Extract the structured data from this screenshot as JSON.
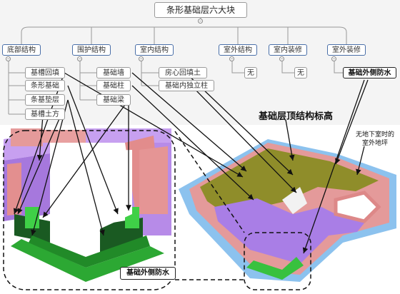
{
  "title": "条形基础层六大块",
  "categories": [
    {
      "label": "底部结构",
      "items": [
        "基槽回填",
        "条形基础",
        "条基垫层",
        "基槽土方"
      ]
    },
    {
      "label": "围护结构",
      "items": [
        "基础墙",
        "基础柱",
        "基础梁"
      ]
    },
    {
      "label": "室内结构",
      "items": [
        "房心回填土",
        "基础内独立柱"
      ]
    },
    {
      "label": "室外结构",
      "items": [
        "无"
      ]
    },
    {
      "label": "室内装修",
      "items": [
        "无"
      ]
    },
    {
      "label": "室外装修",
      "items": [
        "基础外侧防水"
      ]
    }
  ],
  "annotations": {
    "top_elevation": "基础层顶结构标高",
    "outdoor_ground": "无地下室时的室外地坪",
    "waterproof_label": "基础外侧防水"
  },
  "colors": {
    "wall_pink": "#e08c8c",
    "purple": "#b07fe6",
    "green": "#33c23a",
    "olive_slab": "#8c8a28",
    "blue_base": "#7ab3e6",
    "highlight_box": "#2e6f9e"
  }
}
